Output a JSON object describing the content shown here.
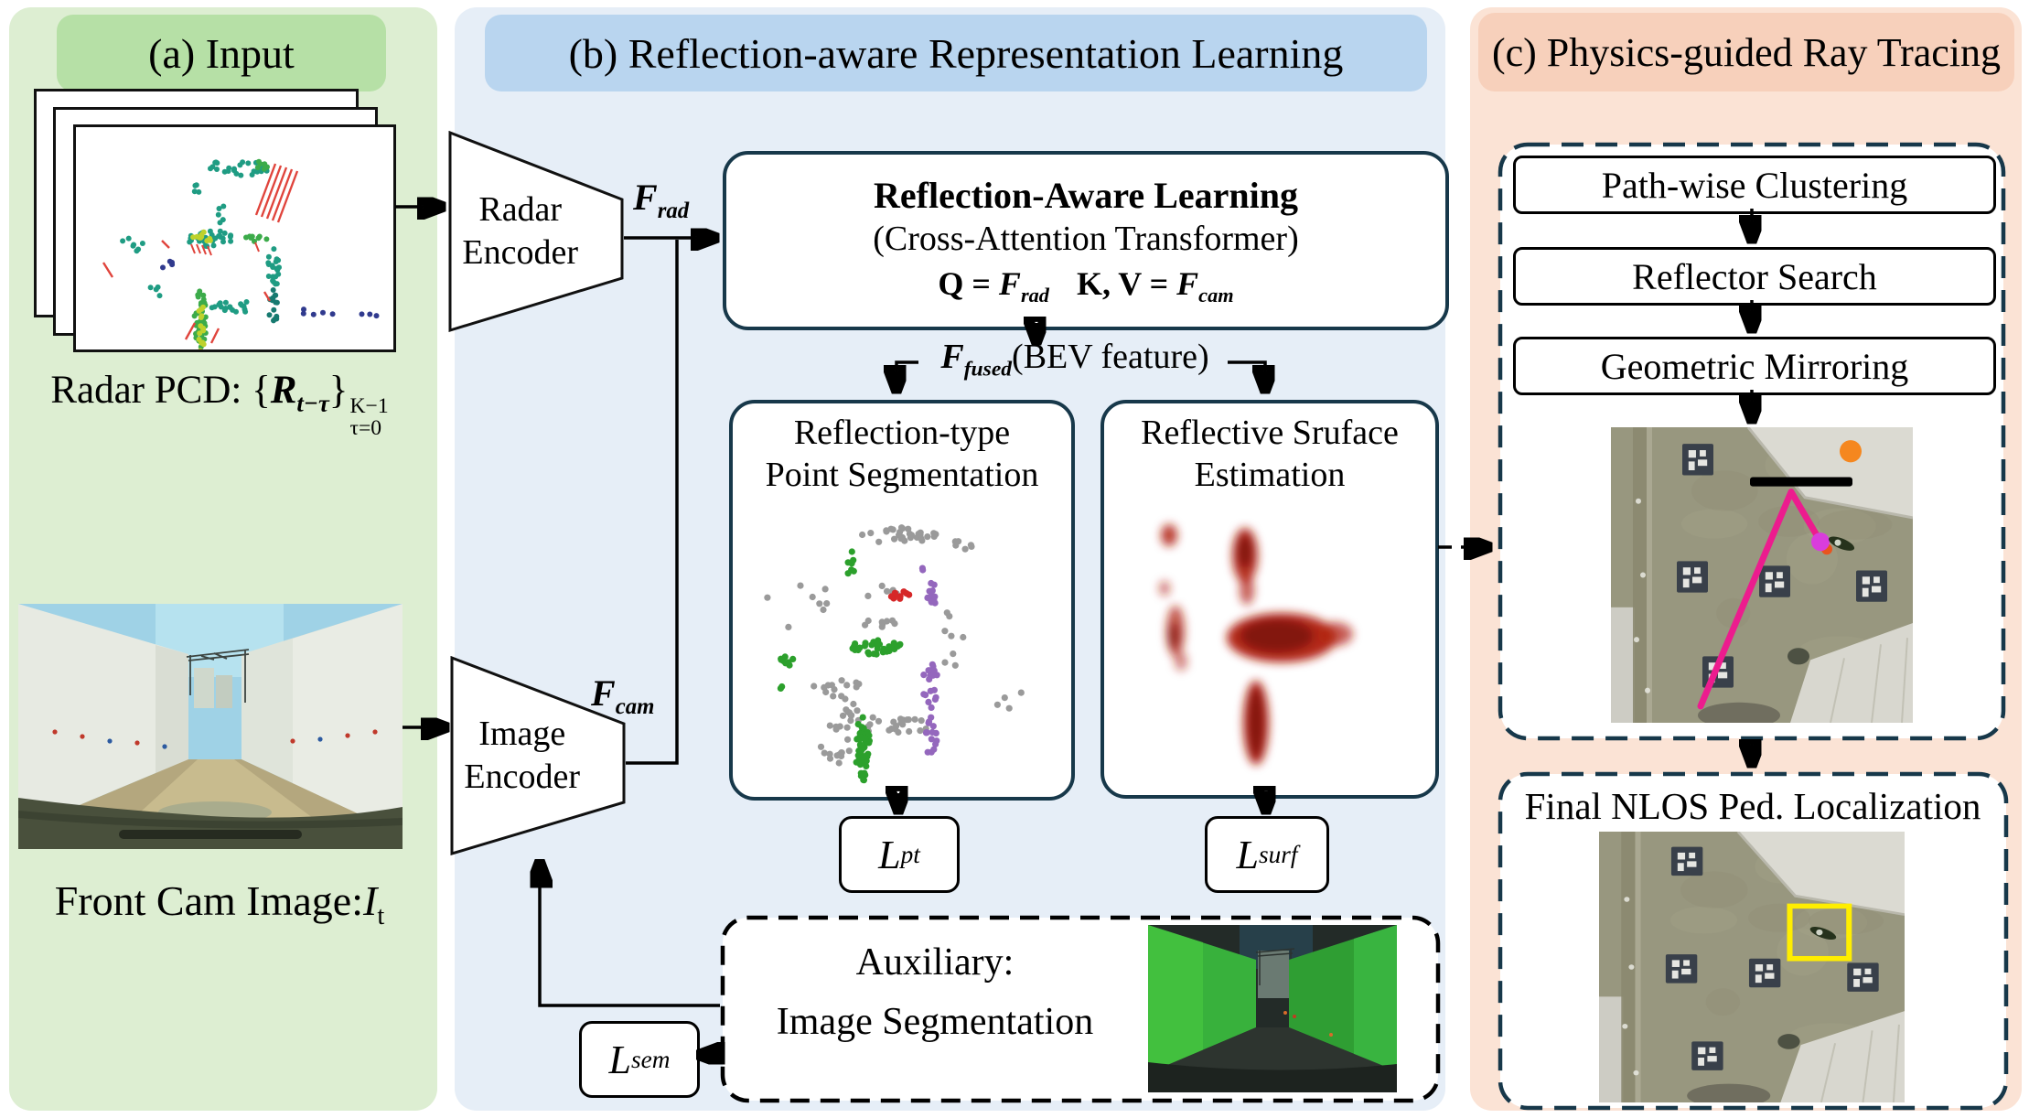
{
  "panel_a": {
    "title": "(a) Input",
    "radar_caption": {
      "prefix": "Radar PCD: {",
      "r": "R",
      "sub": "t−τ",
      "brace": "}",
      "sup": "K−1",
      "subsup": "τ=0"
    },
    "cam_caption": {
      "prefix": "Front Cam Image:",
      "i": "I",
      "sub": "t"
    }
  },
  "panel_b": {
    "title": "(b) Reflection-aware Representation Learning",
    "radar_encoder": {
      "line1": "Radar",
      "line2": "Encoder"
    },
    "image_encoder": {
      "line1": "Image",
      "line2": "Encoder"
    },
    "f_rad": {
      "base": "F",
      "sub": "rad"
    },
    "f_cam": {
      "base": "F",
      "sub": "cam"
    },
    "f_fused": {
      "base": "F",
      "sub": "fused",
      "suffix": "(BEV feature)"
    },
    "ral_box": {
      "title": "Reflection-Aware Learning",
      "subtitle": "(Cross-Attention Transformer)",
      "eq": {
        "q": "Q = ",
        "f1": "F",
        "f1sub": "rad",
        "mid": "K, V = ",
        "f2": "F",
        "f2sub": "cam"
      }
    },
    "seg_box": {
      "line1": "Reflection-type",
      "line2": "Point Segmentation"
    },
    "surf_box": {
      "line1": "Reflective Sruface",
      "line2": "Estimation"
    },
    "loss_pt": {
      "base": "L",
      "sub": "pt"
    },
    "loss_surf": {
      "base": "L",
      "sub": "surf"
    },
    "loss_sem": {
      "base": "L",
      "sub": "sem"
    },
    "aux_box": {
      "line1": "Auxiliary:",
      "line2": "Image Segmentation"
    }
  },
  "panel_c": {
    "title": "(c) Physics-guided Ray Tracing",
    "steps": [
      "Path-wise Clustering",
      "Reflector Search",
      "Geometric Mirroring"
    ],
    "final_box_title": "Final NLOS Ped. Localization"
  },
  "colors": {
    "panel_a_bg": "#ddeed2",
    "panel_a_header": "#b6e0a6",
    "panel_b_bg": "#e6eef7",
    "panel_b_header": "#b9d5ef",
    "panel_c_bg": "#fbe3d5",
    "panel_c_header": "#f7d0bb",
    "box_border": "#17384a",
    "pcd_teal": "#1f9c83",
    "pcd_green": "#3cab4a",
    "pcd_yellow": "#bed22c",
    "pcd_navy": "#303a8e",
    "pcd_darkteal": "#177a70",
    "pcd_red": "#e0443c",
    "seg_gray": "#9a9a9a",
    "seg_green": "#2ca02c",
    "seg_purple": "#9467bd",
    "seg_red": "#d62728",
    "heat_red": "#b02010",
    "heat_dark": "#7e1208",
    "ray_magenta": "#ec1c8e",
    "dot_orange": "#f5871f",
    "dot_magenta": "#d93ddc",
    "highlight_yellow": "#ffee00"
  }
}
